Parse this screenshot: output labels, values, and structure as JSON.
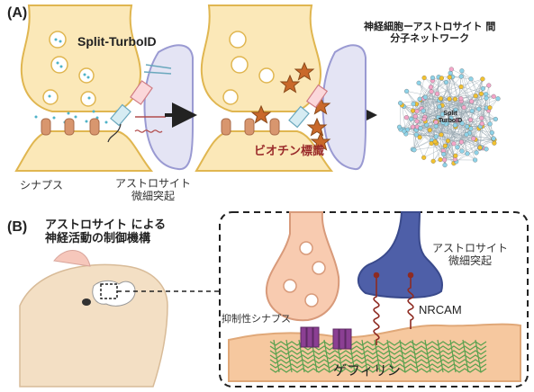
{
  "panel_a": {
    "label": "(A)",
    "tool_label": "Split-TurboID",
    "network_title_line1": "神経細胞ーアストロサイト 間",
    "network_title_line2": "分子ネットワーク",
    "synapse_label": "シナプス",
    "astrocyte_label_line1": "アストロサイト",
    "astrocyte_label_line2": "微細突起",
    "biotin_label": "ビオチン標識",
    "network_center_label_line1": "Split",
    "network_center_label_line2": "TurboID"
  },
  "panel_b": {
    "label": "(B)",
    "title_line1": "アストロサイト による",
    "title_line2": "神経活動の制御機構",
    "astrocyte_label_line1": "アストロサイト",
    "astrocyte_label_line2": "微細突起",
    "inhibitory_synapse_label": "抑制性シナプス",
    "nrcam_label": "NRCAM",
    "gephyrin_label": "ゲフィリン"
  },
  "colors": {
    "neuron_fill": "#fbe8b8",
    "neuron_stroke": "#e0b650",
    "astro_fill": "#e4e4f4",
    "astro_stroke": "#9a9ad2",
    "arrow": "#222222",
    "star_fill": "#c9682a",
    "vesicle": "#4fb3c8",
    "nrcam_red": "#8e2b22",
    "bouton_fill": "#f8cbb0",
    "postsyn_fill": "#f6c89f",
    "astro2_fill": "#4e5fa8",
    "receptor_purple": "#8b3f93",
    "gephyrin_green": "#59a14f",
    "node_yellow": "#f2c230",
    "node_blue": "#8fd3e8",
    "node_pink": "#f4a6c9"
  }
}
